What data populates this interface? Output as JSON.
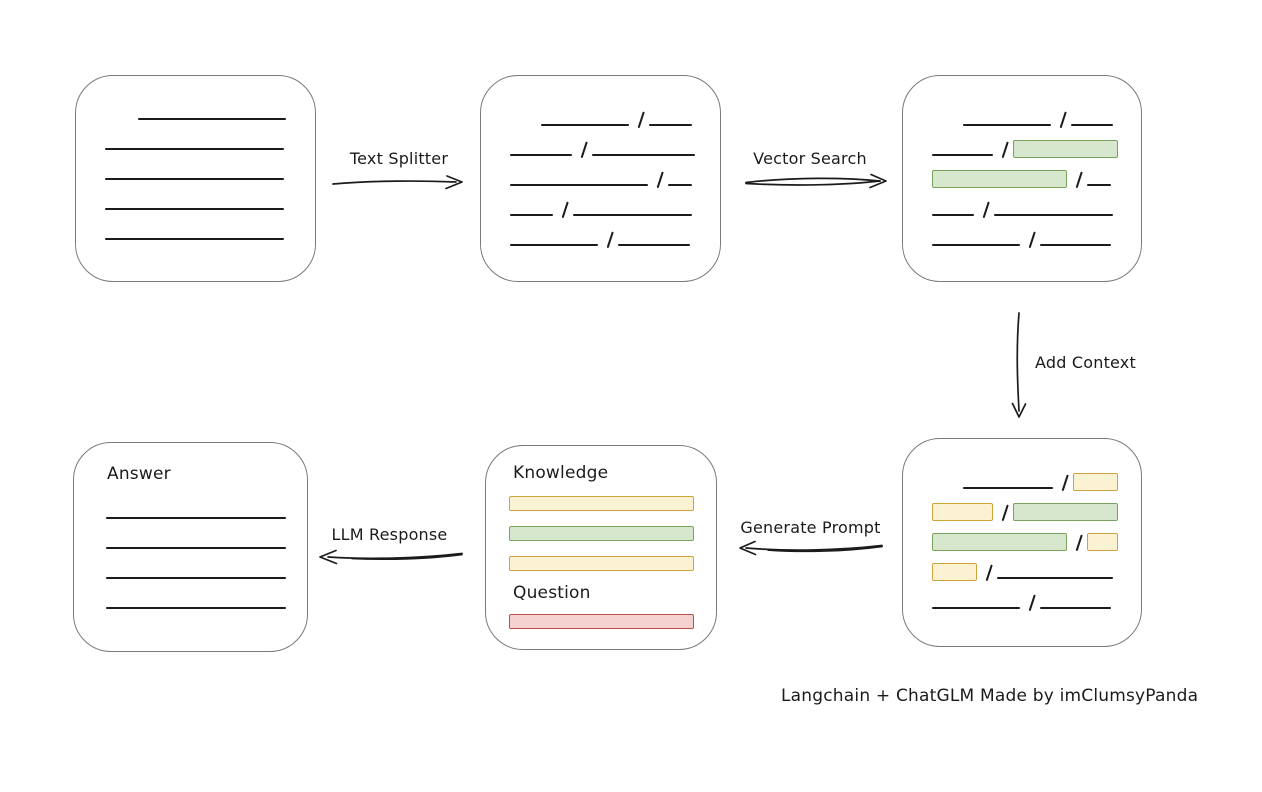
{
  "canvas": {
    "bg": "#ffffff"
  },
  "colors": {
    "canvas_bg": "#ffffff",
    "box_border": "#7a7a7a",
    "line": "#1b1b1b",
    "green_fill": "#d7e7cd",
    "green_border": "#79a35c",
    "yellow_fill": "#fbf2d4",
    "yellow_border": "#cfa43b",
    "red_fill": "#f5d2d0",
    "red_border": "#b9504a"
  },
  "labels": {
    "text_splitter": "Text Splitter",
    "vector_search": "Vector Search",
    "add_context": "Add Context",
    "generate_prompt": "Generate Prompt",
    "llm_response": "LLM Response"
  },
  "boxes": {
    "document": {
      "rows": [
        [
          {
            "t": "line",
            "w": 62,
            "ml": 26
          }
        ],
        [
          {
            "t": "line",
            "w": 75,
            "ml": 12
          }
        ],
        [
          {
            "t": "line",
            "w": 75,
            "ml": 12
          }
        ],
        [
          {
            "t": "line",
            "w": 75,
            "ml": 12
          }
        ],
        [
          {
            "t": "line",
            "w": 75,
            "ml": 12
          }
        ]
      ]
    },
    "chunks": {
      "rows": [
        [
          {
            "t": "line",
            "w": 37,
            "ml": 25
          },
          {
            "t": "slash"
          },
          {
            "t": "line",
            "w": 18
          }
        ],
        [
          {
            "t": "line",
            "w": 26,
            "ml": 12
          },
          {
            "t": "slash"
          },
          {
            "t": "line",
            "w": 43
          }
        ],
        [
          {
            "t": "line",
            "w": 58,
            "ml": 12
          },
          {
            "t": "slash"
          },
          {
            "t": "line",
            "w": 10
          }
        ],
        [
          {
            "t": "line",
            "w": 18,
            "ml": 12
          },
          {
            "t": "slash"
          },
          {
            "t": "line",
            "w": 50
          }
        ],
        [
          {
            "t": "line",
            "w": 37,
            "ml": 12
          },
          {
            "t": "slash"
          },
          {
            "t": "line",
            "w": 30
          }
        ]
      ]
    },
    "results": {
      "rows": [
        [
          {
            "t": "line",
            "w": 37,
            "ml": 25
          },
          {
            "t": "slash"
          },
          {
            "t": "line",
            "w": 18
          }
        ],
        [
          {
            "t": "line",
            "w": 26,
            "ml": 12
          },
          {
            "t": "slash"
          },
          {
            "t": "green",
            "w": 44
          }
        ],
        [
          {
            "t": "green",
            "w": 57,
            "ml": 12
          },
          {
            "t": "slash"
          },
          {
            "t": "line",
            "w": 10
          }
        ],
        [
          {
            "t": "line",
            "w": 18,
            "ml": 12
          },
          {
            "t": "slash"
          },
          {
            "t": "line",
            "w": 50
          }
        ],
        [
          {
            "t": "line",
            "w": 37,
            "ml": 12
          },
          {
            "t": "slash"
          },
          {
            "t": "line",
            "w": 30
          }
        ]
      ]
    },
    "context": {
      "rows": [
        [
          {
            "t": "line",
            "w": 38,
            "ml": 25
          },
          {
            "t": "slash"
          },
          {
            "t": "yellow",
            "w": 19
          }
        ],
        [
          {
            "t": "yellow",
            "w": 26,
            "ml": 12
          },
          {
            "t": "slash"
          },
          {
            "t": "green",
            "w": 44
          }
        ],
        [
          {
            "t": "green",
            "w": 57,
            "ml": 12
          },
          {
            "t": "slash"
          },
          {
            "t": "yellow",
            "w": 13
          }
        ],
        [
          {
            "t": "yellow",
            "w": 19,
            "ml": 12
          },
          {
            "t": "slash"
          },
          {
            "t": "line",
            "w": 49
          }
        ],
        [
          {
            "t": "line",
            "w": 37,
            "ml": 12
          },
          {
            "t": "slash"
          },
          {
            "t": "line",
            "w": 30
          }
        ]
      ]
    },
    "prompt": {
      "knowledge_title": "Knowledge",
      "question_title": "Question",
      "bars": [
        "yellow",
        "green",
        "yellow"
      ],
      "question_bar": "red"
    },
    "answer": {
      "title": "Answer",
      "line_count": 4
    }
  },
  "caption": "Langchain + ChatGLM Made by imClumsyPanda"
}
